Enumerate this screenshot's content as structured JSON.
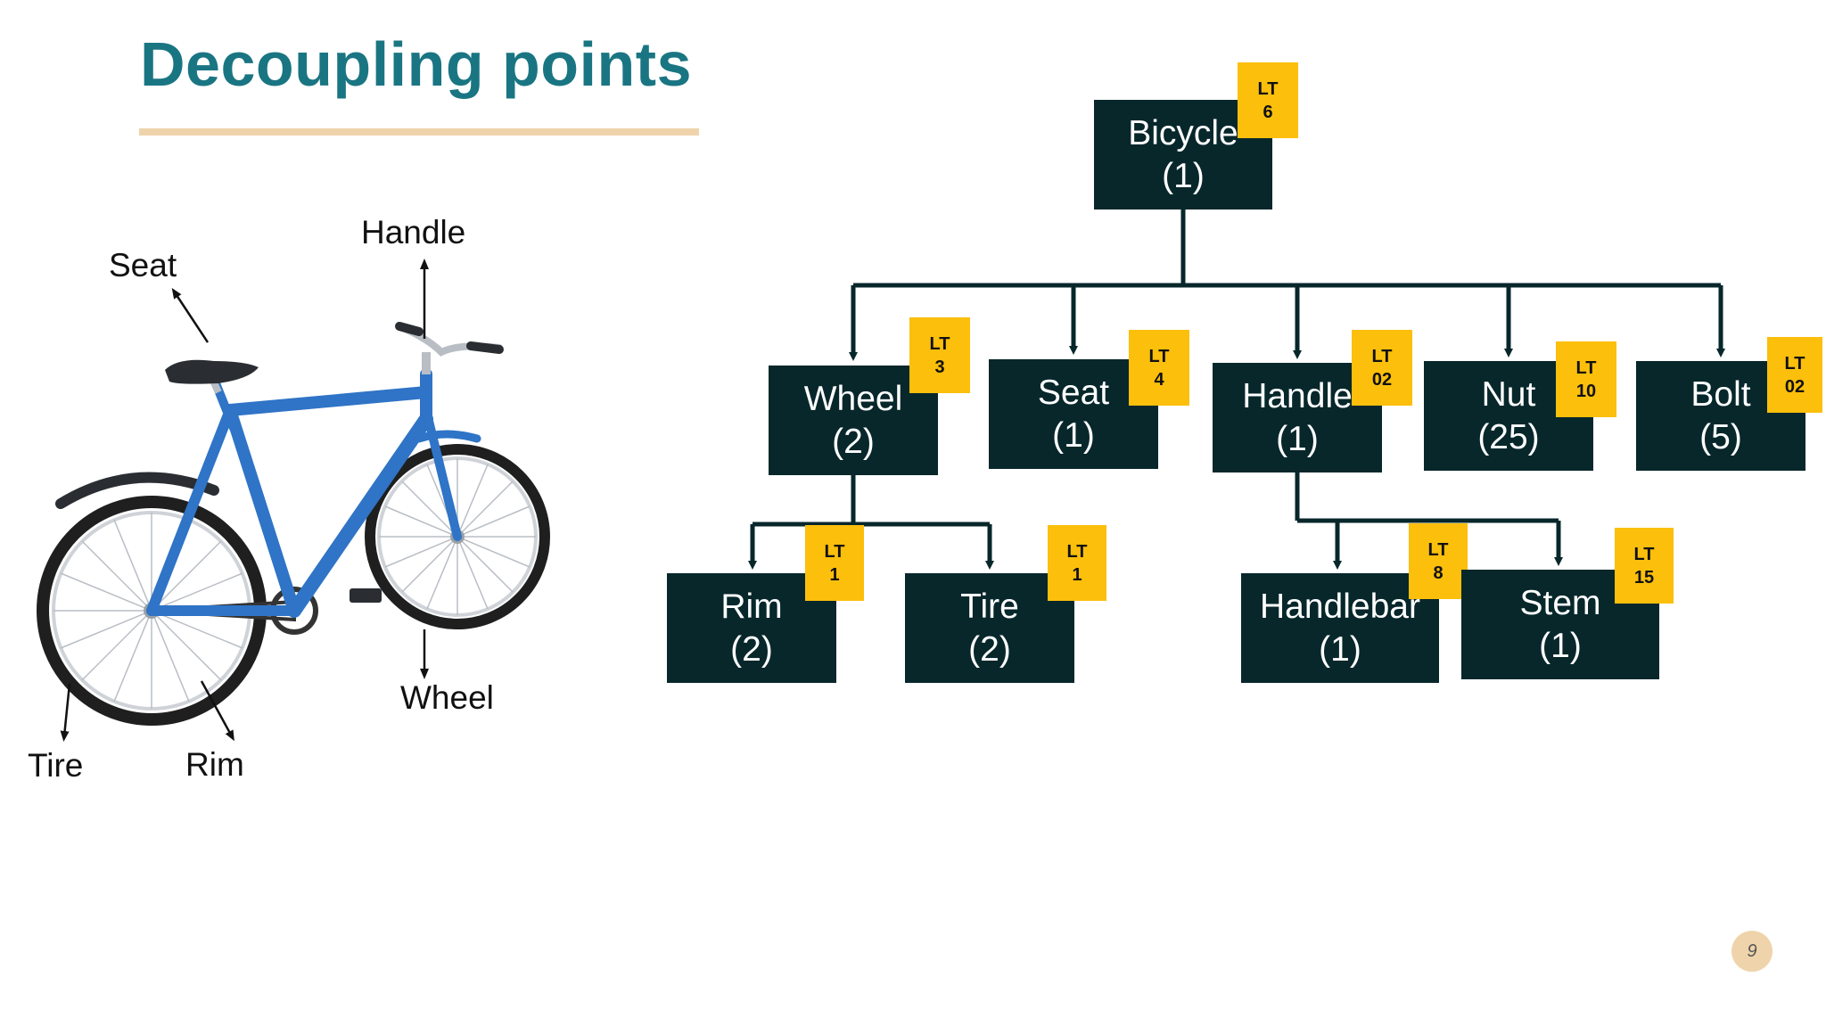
{
  "title": "Decoupling points",
  "colors": {
    "title": "#1a7583",
    "rule": "#efd4ab",
    "node_fill": "#07272b",
    "lt_badge": "#fbbf0c",
    "connector": "#07272b",
    "bike_frame": "#2f74c6"
  },
  "bicycle_labels": {
    "seat": "Seat",
    "handle": "Handle",
    "wheel": "Wheel",
    "tire": "Tire",
    "rim": "Rim"
  },
  "tree": {
    "bicycle": {
      "name": "Bicycle",
      "qty": "(1)",
      "lt_label": "LT",
      "lt_value": "6"
    },
    "wheel": {
      "name": "Wheel",
      "qty": "(2)",
      "lt_label": "LT",
      "lt_value": "3"
    },
    "seat": {
      "name": "Seat",
      "qty": "(1)",
      "lt_label": "LT",
      "lt_value": "4"
    },
    "handle": {
      "name": "Handle",
      "qty": "(1)",
      "lt_label": "LT",
      "lt_value": "02"
    },
    "nut": {
      "name": "Nut",
      "qty": "(25)",
      "lt_label": "LT",
      "lt_value": "10"
    },
    "bolt": {
      "name": "Bolt",
      "qty": "(5)",
      "lt_label": "LT",
      "lt_value": "02"
    },
    "rim": {
      "name": "Rim",
      "qty": "(2)",
      "lt_label": "LT",
      "lt_value": "1"
    },
    "tire": {
      "name": "Tire",
      "qty": "(2)",
      "lt_label": "LT",
      "lt_value": "1"
    },
    "handlebar": {
      "name": "Handlebar",
      "qty": "(1)",
      "lt_label": "LT",
      "lt_value": "8"
    },
    "stem": {
      "name": "Stem",
      "qty": "(1)",
      "lt_label": "LT",
      "lt_value": "15"
    }
  },
  "page_number": "9"
}
